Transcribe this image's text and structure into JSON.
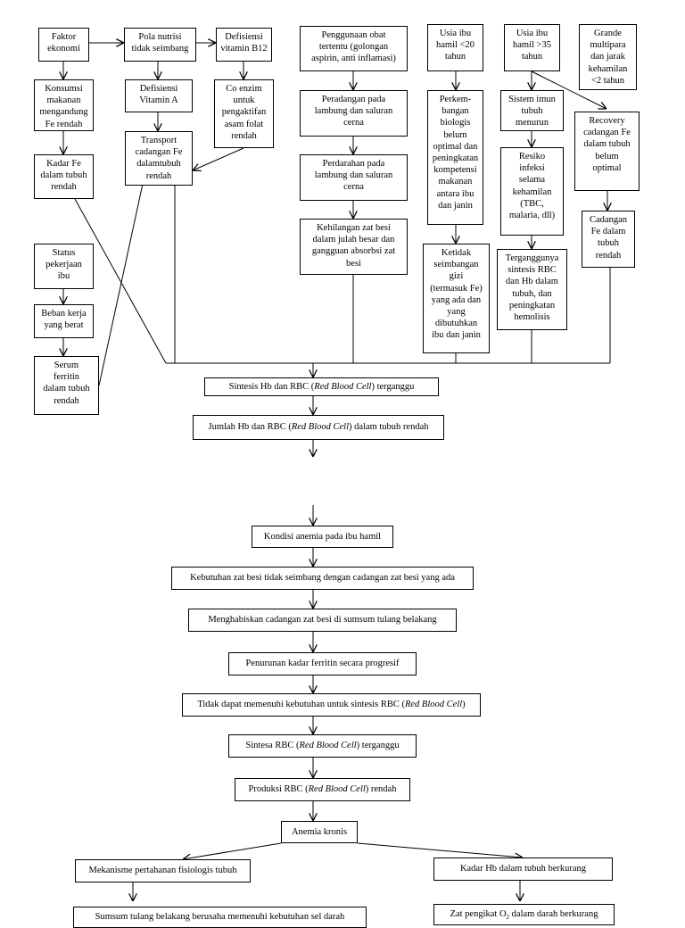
{
  "boxes": {
    "faktor_ekonomi": "Faktor\nekonomi",
    "pola_nutrisi": "Pola nutrisi\ntidak seimbang",
    "defisiensi_b12": "Defisiensi\nvitamin B12",
    "penggunaan_obat": "Penggunaan obat\ntertentu (golongan\naspirin, anti inflamasi)",
    "usia_kurang_20": "Usia ibu\nhamil  <20\ntahun",
    "usia_lebih_35": "Usia ibu\nhamil  >35\ntahun",
    "grande_multipara": "Grande\nmultipara\ndan jarak\nkehamilan\n<2 tahun",
    "konsumsi_makanan": "Konsumsi\nmakanan\nmengandung\nFe rendah",
    "defisiensi_vit_a": "Defisiensi\nVitamin A",
    "co_enzim": "Co enzim\nuntuk\npengaktifan\nasam folat\nrendah",
    "peradangan": "Peradangan pada\nlambung dan saluran\ncerna",
    "perkembangan_biologis": "Perkem-\nbangan\nbiologis\nbelum\noptimal dan\npeningkatan\nkompetensi\nmakanan\nantara ibu\ndan janin",
    "sistem_imun": "Sistem imun\ntubuh\nmenurun",
    "recovery_cadangan": "Recovery\ncadangan Fe\ndalam tubuh\nbelum\noptimal",
    "transport_cadangan": "Transport\ncadangan Fe\ndalamtubuh\nrendah",
    "kadar_fe": "Kadar Fe\ndalam tubuh\nrendah",
    "perdarahan": "Perdarahan pada\nlambung dan saluran\ncerna",
    "resiko_infeksi": "Resiko\ninfeksi\nselama\nkehamilan\n(TBC,\nmalaria, dll)",
    "cadangan_fe_rendah": "Cadangan\nFe dalam\ntubuh\nrendah",
    "kehilangan_zat_besi": "Kehilangan zat besi\ndalam julah besar dan\ngangguan absorbsi zat\nbesi",
    "ketidakseimbangan_gizi": "Ketidak\nseimbangan\ngizi\n(termasuk Fe)\nyang ada dan\nyang\ndibutuhkan\nibu dan janin",
    "terganggunya_sintesis": "Terganggunya\nsintesis RBC\ndan Hb dalam\ntubuh, dan\npeningkatan\nhemolisis",
    "status_pekerjaan": "Status\npekerjaan\nibu",
    "beban_kerja": "Beban kerja\nyang berat",
    "serum_ferritin": "Serum\nferritin\ndalam tubuh\nrendah",
    "sintesis_hb_rbc": {
      "a": "Sintesis Hb dan RBC (",
      "i": "Red Blood Cell",
      "b": ") terganggu"
    },
    "jumlah_hb_rbc": {
      "a": "Jumlah Hb dan RBC (",
      "i": "Red Blood Cell",
      "b": ") dalam tubuh rendah"
    },
    "kondisi_anemia": "Kondisi anemia pada ibu hamil",
    "kebutuhan_zat_besi": "Kebutuhan zat besi tidak seimbang dengan cadangan zat besi yang ada",
    "menghabiskan_cadangan": "Menghabiskan cadangan zat besi di sumsum tulang belakang",
    "penurunan_ferritin": "Penurunan kadar ferritin secara progresif",
    "tidak_memenuhi": {
      "a": "Tidak dapat memenuhi kebutuhan untuk sintesis RBC (",
      "i": "Red Blood Cell",
      "b": ")"
    },
    "sintesa_rbc": {
      "a": "Sintesa RBC (",
      "i": "Red Blood Cell",
      "b": ") terganggu"
    },
    "produksi_rbc": {
      "a": "Produksi RBC (",
      "i": "Red Blood Cell",
      "b": ") rendah"
    },
    "anemia_kronis": "Anemia kronis",
    "mekanisme_pertahanan": "Mekanisme pertahanan fisiologis tubuh",
    "kadar_hb_berkurang": "Kadar Hb dalam tubuh berkurang",
    "sumsum_tulang": "Sumsum tulang belakang berusaha memenuhi kebutuhan sel darah",
    "zat_pengikat": {
      "a": "Zat pengikat O",
      "sub": "2",
      "b": " dalam darah berkurang"
    }
  }
}
